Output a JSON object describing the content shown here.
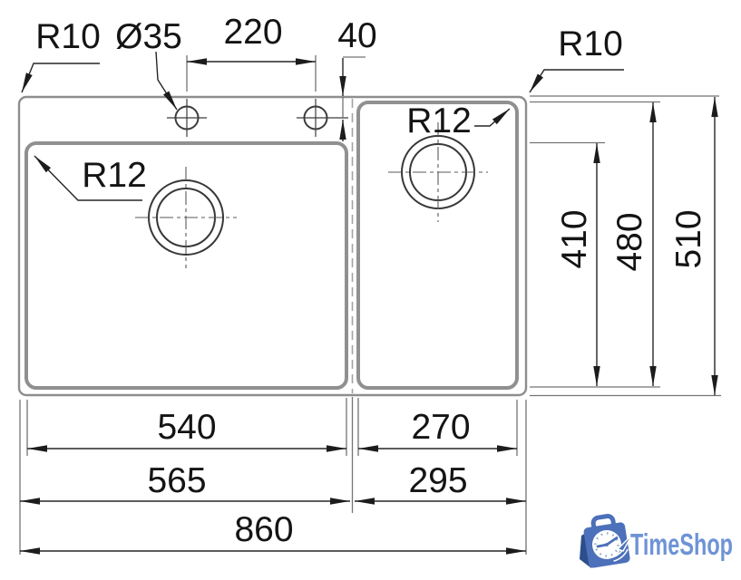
{
  "dims": {
    "r10_left": "R10",
    "hole_dia": "Ø35",
    "hole_spacing": "220",
    "hole_offset": "40",
    "r10_right": "R10",
    "r12_left": "R12",
    "r12_right": "R12",
    "left_bowl_depth": "410",
    "right_bowl_depth": "480",
    "overall_depth": "510",
    "left_bowl_width": "540",
    "right_bowl_width": "270",
    "left_rim_width": "565",
    "right_rim_width": "295",
    "overall_width": "860"
  },
  "logo": {
    "text": "TimeShop",
    "text_blue": "#6e93d6",
    "bag_blue": "#4c70ba",
    "bag_navy": "#2d4e8c",
    "icon": "stopwatch-shopping-bag-icon"
  }
}
